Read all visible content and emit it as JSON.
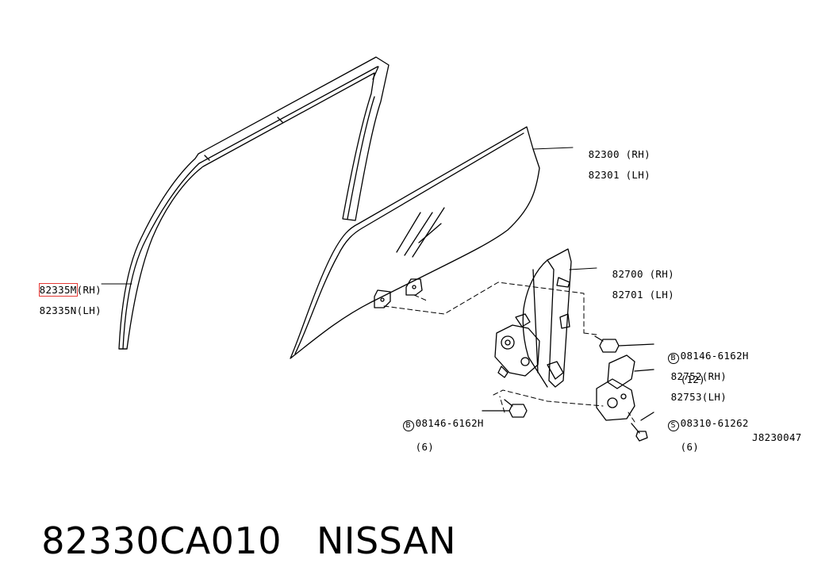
{
  "callouts": {
    "sash": {
      "rh": "82335M",
      "rh_suffix": "(RH)",
      "lh": "82335N(LH)"
    },
    "glass": {
      "rh": "82300 (RH)",
      "lh": "82301 (LH)"
    },
    "regulator": {
      "rh": "82700 (RH)",
      "lh": "82701 (LH)"
    },
    "bolt_top": {
      "symbol": "B",
      "part": "08146-6162H",
      "qty": "(12)"
    },
    "motor": {
      "rh": "82752(RH)",
      "lh": "82753(LH)"
    },
    "bolt_bottom": {
      "symbol": "B",
      "part": "08146-6162H",
      "qty": "(6)"
    },
    "screw": {
      "symbol": "S",
      "part": "08310-61262",
      "qty": "(6)"
    }
  },
  "diagram_ref": "J8230047",
  "caption": {
    "part_number": "82330CA010",
    "brand": "NISSAN"
  },
  "colors": {
    "line": "#000000",
    "highlight": "#e53935",
    "background": "#ffffff"
  }
}
